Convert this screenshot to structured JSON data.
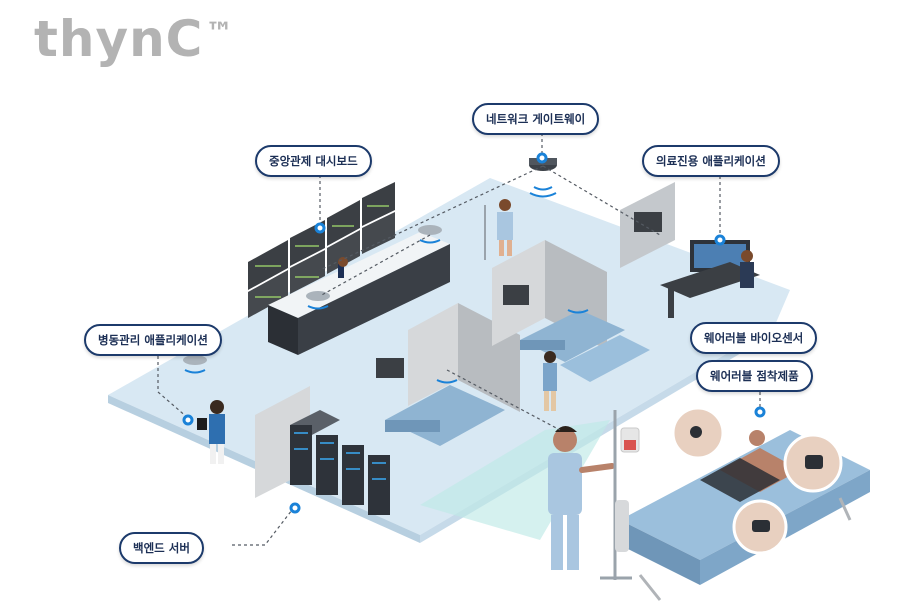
{
  "logo": {
    "text": "thynC",
    "mark": "™"
  },
  "labels": {
    "network_gateway": "네트워크 게이트웨이",
    "central_dashboard": "중앙관제 대시보드",
    "medical_app": "의료진용 애플리케이션",
    "ward_app": "병동관리 애플리케이션",
    "wearable_biosensor": "웨어러블 바이오센서",
    "wearable_patch": "웨어러블 점착제품",
    "backend_server": "백엔드 서버"
  },
  "colors": {
    "floor": "#d7e7f3",
    "accent": "#1a82d8",
    "callout_border": "#1c3a6b",
    "logo": "#b3b3b3"
  }
}
